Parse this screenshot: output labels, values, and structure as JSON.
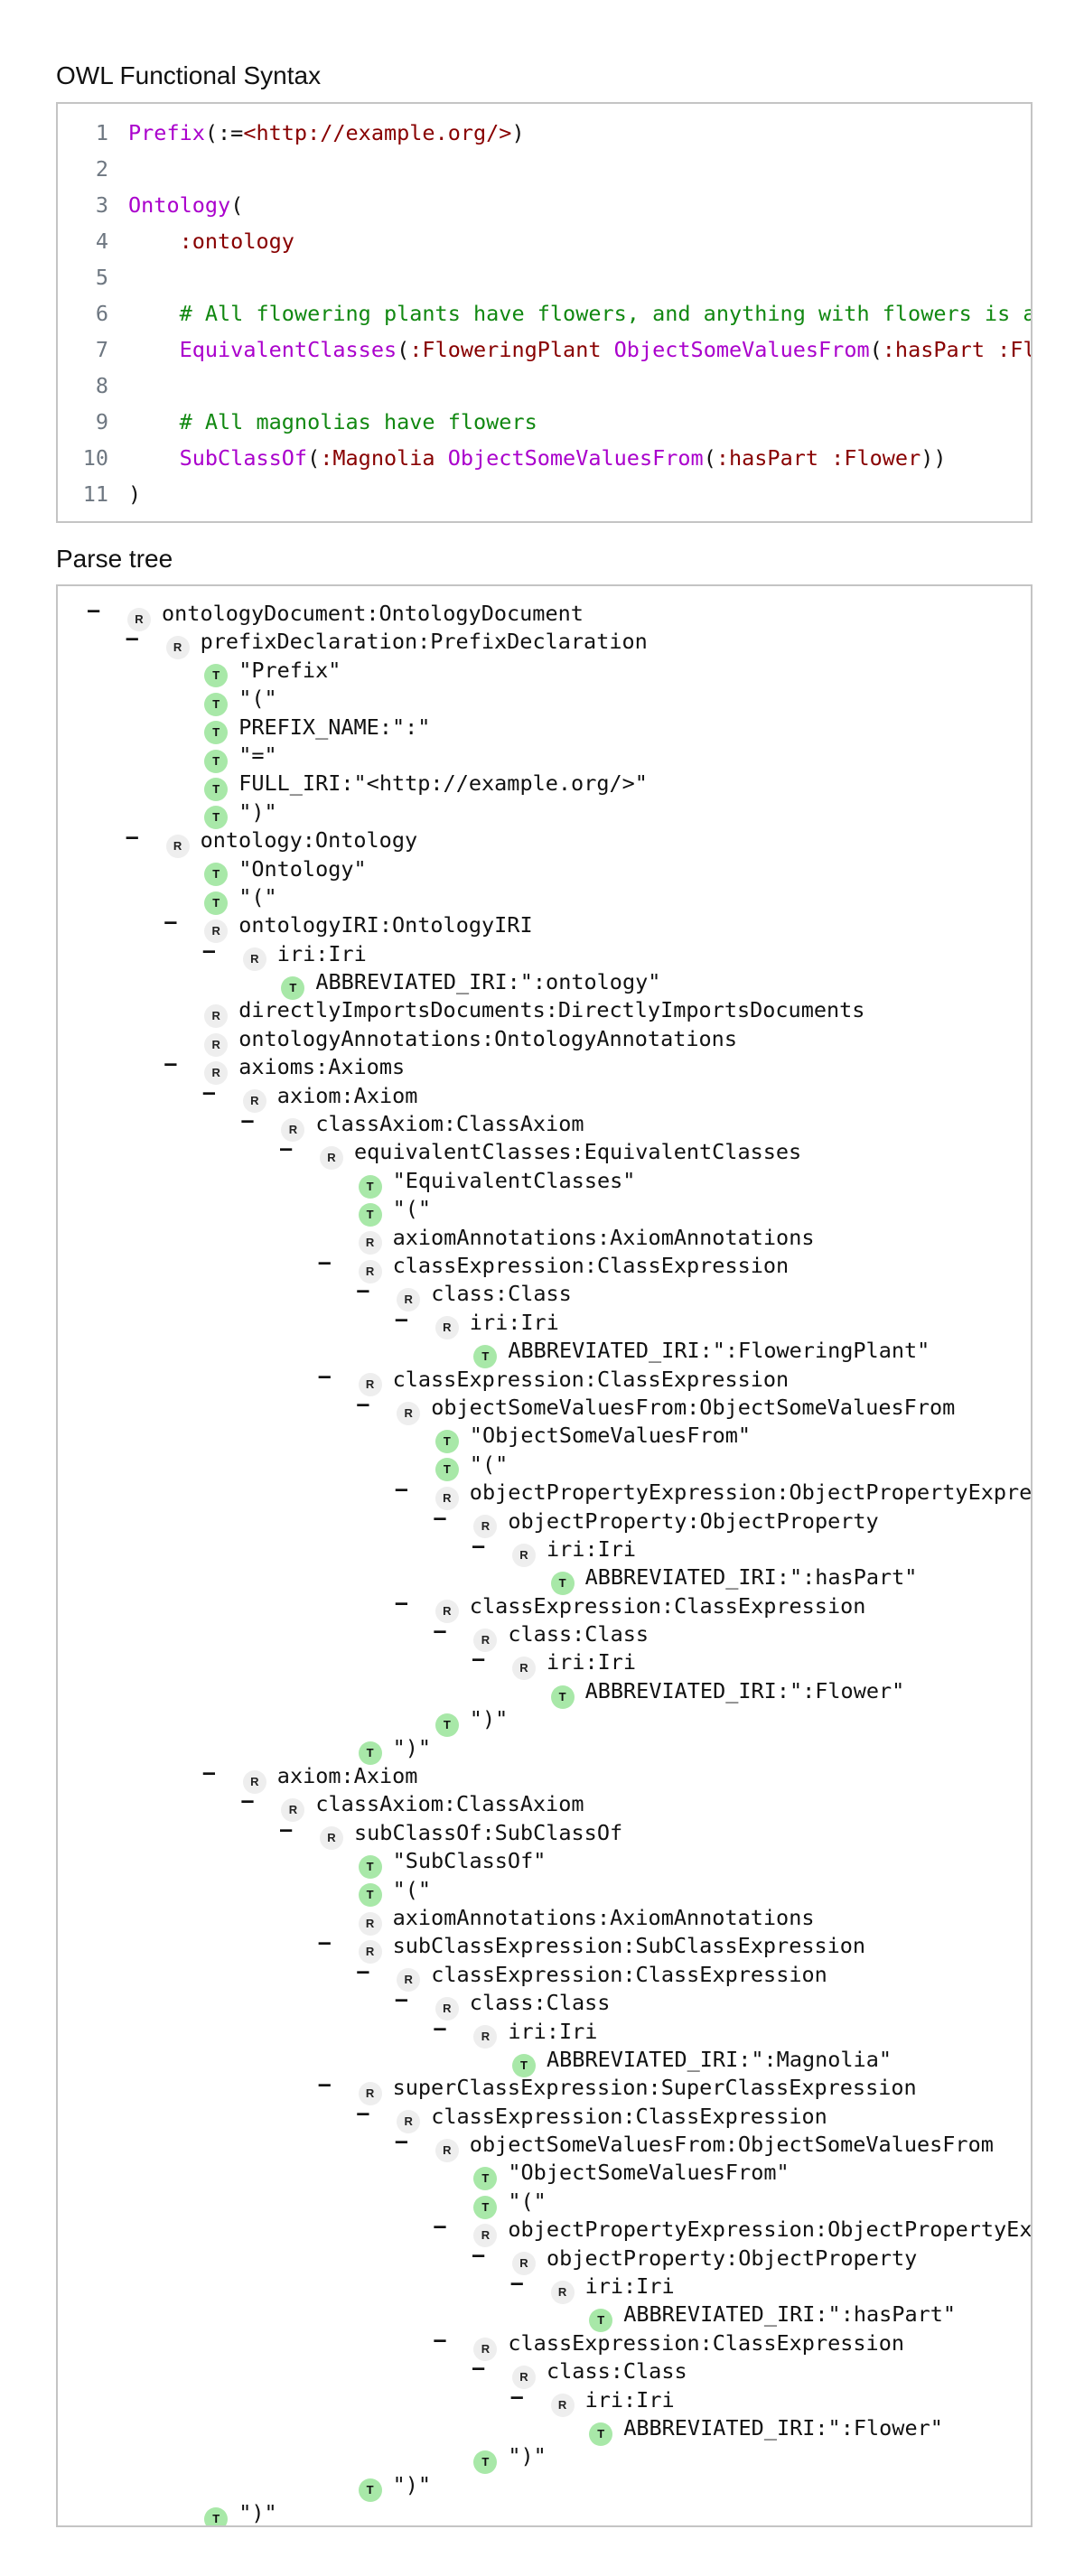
{
  "sections": {
    "code_title": "OWL Functional Syntax",
    "tree_title": "Parse tree"
  },
  "colors": {
    "keyword": "#aa00cc",
    "string": "#880000",
    "comment": "#118811",
    "terminal_badge": "#a8e8a8",
    "rule_badge": "#eeeeee"
  },
  "badges": {
    "rule": "R",
    "terminal": "T"
  },
  "toggle_glyph": "–",
  "code_lines": [
    [
      [
        "k",
        "Prefix"
      ],
      [
        "p",
        "(:="
      ],
      [
        "s",
        "<http://example.org/>"
      ],
      [
        "p",
        ")"
      ]
    ],
    [],
    [
      [
        "k",
        "Ontology"
      ],
      [
        "p",
        "("
      ]
    ],
    [
      [
        "p",
        "    "
      ],
      [
        "s",
        ":ontology"
      ]
    ],
    [],
    [
      [
        "p",
        "    "
      ],
      [
        "c",
        "# All flowering plants have flowers, and anything with flowers is a flowering plant"
      ]
    ],
    [
      [
        "p",
        "    "
      ],
      [
        "k",
        "EquivalentClasses"
      ],
      [
        "p",
        "("
      ],
      [
        "s",
        ":FloweringPlant "
      ],
      [
        "k",
        "ObjectSomeValuesFrom"
      ],
      [
        "p",
        "("
      ],
      [
        "s",
        ":hasPart :Flower"
      ],
      [
        "p",
        "))"
      ]
    ],
    [],
    [
      [
        "p",
        "    "
      ],
      [
        "c",
        "# All magnolias have flowers"
      ]
    ],
    [
      [
        "p",
        "    "
      ],
      [
        "k",
        "SubClassOf"
      ],
      [
        "p",
        "("
      ],
      [
        "s",
        ":Magnolia "
      ],
      [
        "k",
        "ObjectSomeValuesFrom"
      ],
      [
        "p",
        "("
      ],
      [
        "s",
        ":hasPart :Flower"
      ],
      [
        "p",
        "))"
      ]
    ],
    [
      [
        "p",
        ")"
      ]
    ]
  ],
  "tree": [
    [
      0,
      "R",
      "ontologyDocument:OntologyDocument",
      1
    ],
    [
      1,
      "R",
      "prefixDeclaration:PrefixDeclaration",
      1
    ],
    [
      2,
      "T",
      "\"Prefix\"",
      0
    ],
    [
      2,
      "T",
      "\"(\"",
      0
    ],
    [
      2,
      "T",
      "PREFIX_NAME:\":\"",
      0
    ],
    [
      2,
      "T",
      "\"=\"",
      0
    ],
    [
      2,
      "T",
      "FULL_IRI:\"<http://example.org/>\"",
      0
    ],
    [
      2,
      "T",
      "\")\"",
      0
    ],
    [
      1,
      "R",
      "ontology:Ontology",
      1
    ],
    [
      2,
      "T",
      "\"Ontology\"",
      0
    ],
    [
      2,
      "T",
      "\"(\"",
      0
    ],
    [
      2,
      "R",
      "ontologyIRI:OntologyIRI",
      1
    ],
    [
      3,
      "R",
      "iri:Iri",
      1
    ],
    [
      4,
      "T",
      "ABBREVIATED_IRI:\":ontology\"",
      0
    ],
    [
      2,
      "R",
      "directlyImportsDocuments:DirectlyImportsDocuments",
      0
    ],
    [
      2,
      "R",
      "ontologyAnnotations:OntologyAnnotations",
      0
    ],
    [
      2,
      "R",
      "axioms:Axioms",
      1
    ],
    [
      3,
      "R",
      "axiom:Axiom",
      1
    ],
    [
      4,
      "R",
      "classAxiom:ClassAxiom",
      1
    ],
    [
      5,
      "R",
      "equivalentClasses:EquivalentClasses",
      1
    ],
    [
      6,
      "T",
      "\"EquivalentClasses\"",
      0
    ],
    [
      6,
      "T",
      "\"(\"",
      0
    ],
    [
      6,
      "R",
      "axiomAnnotations:AxiomAnnotations",
      0
    ],
    [
      6,
      "R",
      "classExpression:ClassExpression",
      1
    ],
    [
      7,
      "R",
      "class:Class",
      1
    ],
    [
      8,
      "R",
      "iri:Iri",
      1
    ],
    [
      9,
      "T",
      "ABBREVIATED_IRI:\":FloweringPlant\"",
      0
    ],
    [
      6,
      "R",
      "classExpression:ClassExpression",
      1
    ],
    [
      7,
      "R",
      "objectSomeValuesFrom:ObjectSomeValuesFrom",
      1
    ],
    [
      8,
      "T",
      "\"ObjectSomeValuesFrom\"",
      0
    ],
    [
      8,
      "T",
      "\"(\"",
      0
    ],
    [
      8,
      "R",
      "objectPropertyExpression:ObjectPropertyExpression",
      1
    ],
    [
      9,
      "R",
      "objectProperty:ObjectProperty",
      1
    ],
    [
      10,
      "R",
      "iri:Iri",
      1
    ],
    [
      11,
      "T",
      "ABBREVIATED_IRI:\":hasPart\"",
      0
    ],
    [
      8,
      "R",
      "classExpression:ClassExpression",
      1
    ],
    [
      9,
      "R",
      "class:Class",
      1
    ],
    [
      10,
      "R",
      "iri:Iri",
      1
    ],
    [
      11,
      "T",
      "ABBREVIATED_IRI:\":Flower\"",
      0
    ],
    [
      8,
      "T",
      "\")\"",
      0
    ],
    [
      6,
      "T",
      "\")\"",
      0
    ],
    [
      3,
      "R",
      "axiom:Axiom",
      1
    ],
    [
      4,
      "R",
      "classAxiom:ClassAxiom",
      1
    ],
    [
      5,
      "R",
      "subClassOf:SubClassOf",
      1
    ],
    [
      6,
      "T",
      "\"SubClassOf\"",
      0
    ],
    [
      6,
      "T",
      "\"(\"",
      0
    ],
    [
      6,
      "R",
      "axiomAnnotations:AxiomAnnotations",
      0
    ],
    [
      6,
      "R",
      "subClassExpression:SubClassExpression",
      1
    ],
    [
      7,
      "R",
      "classExpression:ClassExpression",
      1
    ],
    [
      8,
      "R",
      "class:Class",
      1
    ],
    [
      9,
      "R",
      "iri:Iri",
      1
    ],
    [
      10,
      "T",
      "ABBREVIATED_IRI:\":Magnolia\"",
      0
    ],
    [
      6,
      "R",
      "superClassExpression:SuperClassExpression",
      1
    ],
    [
      7,
      "R",
      "classExpression:ClassExpression",
      1
    ],
    [
      8,
      "R",
      "objectSomeValuesFrom:ObjectSomeValuesFrom",
      1
    ],
    [
      9,
      "T",
      "\"ObjectSomeValuesFrom\"",
      0
    ],
    [
      9,
      "T",
      "\"(\"",
      0
    ],
    [
      9,
      "R",
      "objectPropertyExpression:ObjectPropertyExpression",
      1
    ],
    [
      10,
      "R",
      "objectProperty:ObjectProperty",
      1
    ],
    [
      11,
      "R",
      "iri:Iri",
      1
    ],
    [
      12,
      "T",
      "ABBREVIATED_IRI:\":hasPart\"",
      0
    ],
    [
      9,
      "R",
      "classExpression:ClassExpression",
      1
    ],
    [
      10,
      "R",
      "class:Class",
      1
    ],
    [
      11,
      "R",
      "iri:Iri",
      1
    ],
    [
      12,
      "T",
      "ABBREVIATED_IRI:\":Flower\"",
      0
    ],
    [
      9,
      "T",
      "\")\"",
      0
    ],
    [
      6,
      "T",
      "\")\"",
      0
    ],
    [
      2,
      "T",
      "\")\"",
      0
    ]
  ]
}
